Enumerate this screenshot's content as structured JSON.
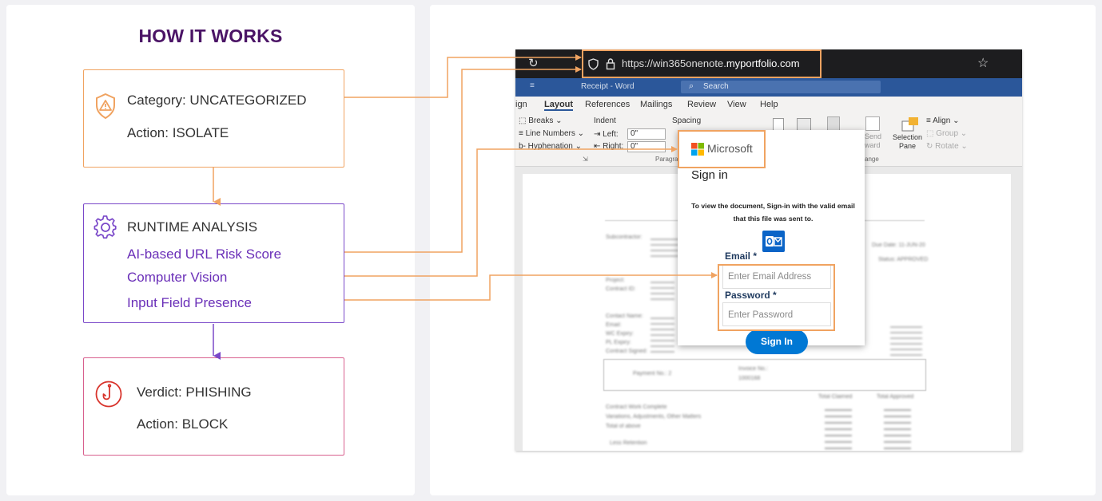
{
  "how_it_works": {
    "title": "HOW IT WORKS",
    "category_box": {
      "category": "Category: UNCATEGORIZED",
      "action": "Action: ISOLATE"
    },
    "runtime_box": {
      "title": "RUNTIME ANALYSIS",
      "items": [
        "AI-based URL Risk Score",
        "Computer Vision",
        "Input Field Presence"
      ]
    },
    "verdict_box": {
      "verdict": "Verdict: PHISHING",
      "action": "Action: BLOCK"
    }
  },
  "browser": {
    "url_prefix": "https://win365onenote.",
    "url_domain": "myportfolio.com",
    "word_title": "Receipt - Word",
    "search_placeholder": "Search",
    "ribbon_tabs": [
      "ign",
      "Layout",
      "References",
      "Mailings",
      "Review",
      "View",
      "Help"
    ],
    "ribbon": {
      "breaks": "Breaks",
      "line_numbers": "Line Numbers",
      "hyphenation": "Hyphenation",
      "indent": "Indent",
      "spacing": "Spacing",
      "left": "Left:",
      "right": "Right:",
      "left_val": "0\"",
      "right_val": "0\"",
      "paragraph": "Paragra",
      "send_backward": "Send\nward",
      "selection_pane": "Selection\nPane",
      "align": "Align",
      "group": "Group",
      "rotate": "Rotate",
      "arrange": "ange"
    },
    "doc_text": {
      "subcontractor": "Subcontractor:",
      "project": "Project:",
      "contract": "Contract ID:",
      "due_date": "Due Date: 11-JUN-20",
      "status": "Status: APPROVED",
      "contact_name": "Contact Name:",
      "email": "Email:",
      "wc_expiry": "WC Expiry:",
      "pl_expiry": "PL Expiry:",
      "contract_signed": "Contract Signed:",
      "payment_no": "Payment No.: 2",
      "invoice_no": "Invoice No.:",
      "invoice_val": "1000168",
      "total_claimed": "Total Claimed",
      "total_approved": "Total Approved",
      "contract_work": "Contract Work Complete",
      "variations": "Variations, Adjustments, Other Matters",
      "total_above": "Total of above",
      "less_retention": "Less Retention"
    }
  },
  "dialog": {
    "brand": "Microsoft",
    "heading": "Sign in",
    "message": "To view the document, Sign-in with the valid email that this file was sent to.",
    "email_label": "Email *",
    "email_placeholder": "Enter Email Address",
    "password_label": "Password *",
    "password_placeholder": "Enter Password",
    "submit": "Sign In"
  },
  "colors": {
    "title_purple": "#4b1466",
    "orange": "#f0a361",
    "purple": "#7a48c9",
    "pink": "#d8608e",
    "signin_blue": "#0078d4"
  },
  "icons": {
    "category": "warning-shield-icon",
    "runtime": "gear-icon",
    "verdict": "fishhook-icon"
  }
}
